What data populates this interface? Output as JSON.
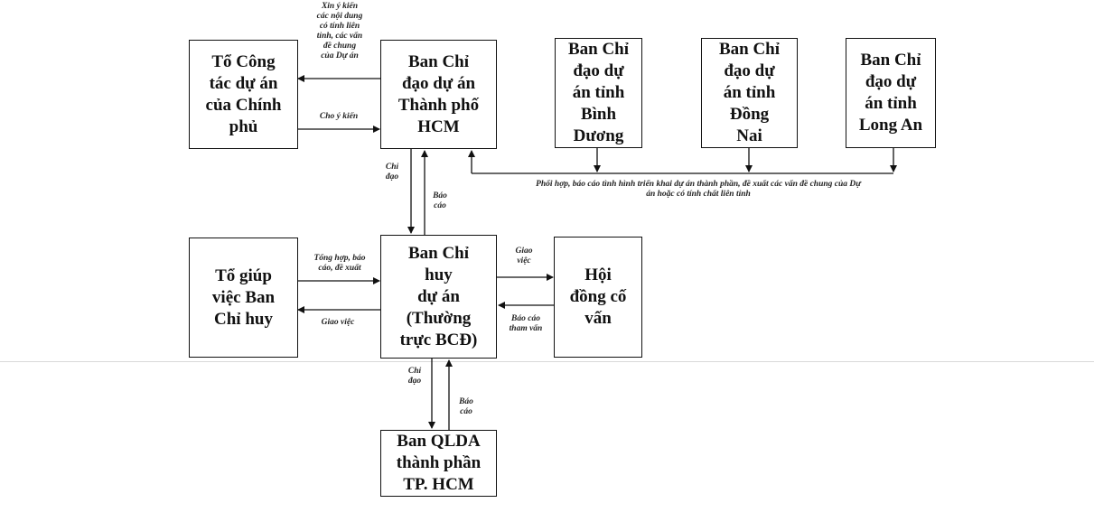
{
  "boxes": {
    "to_cong_tac": "Tổ Công\ntác dự án\ncủa Chính\nphủ",
    "bcd_hcm": "Ban Chỉ\nđạo dự án\nThành phố\nHCM",
    "bcd_binh_duong": "Ban Chỉ\nđạo dự\nán tỉnh\nBình\nDương",
    "bcd_dong_nai": "Ban Chỉ\nđạo dự\nán tỉnh\nĐồng\nNai",
    "bcd_long_an": "Ban Chỉ\nđạo dự\nán tỉnh\nLong An",
    "to_giup_viec": "Tổ giúp\nviệc Ban\nChỉ huy",
    "ban_chi_huy": "Ban Chỉ\nhuy\ndự án\n(Thường\ntrực BCĐ)",
    "hoi_dong": "Hội\nđồng cố\nvấn",
    "ban_qlda": "Ban QLDA\nthành phần\nTP. HCM"
  },
  "labels": {
    "xin_y_kien": "Xin ý kiến\ncác nội dung\ncó tính liên\ntỉnh, các vấn\nđề chung\ncủa Dự án",
    "cho_y_kien": "Cho ý kiến",
    "chi_dao_1": "Chỉ\nđạo",
    "bao_cao_1": "Báo\ncáo",
    "phoi_hop": "Phối hợp, báo cáo tình hình triển khai dự án thành phần, đề xuất các vấn đề chung của Dự\nán hoặc có tính chất liên tỉnh",
    "tong_hop": "Tổng hợp, báo\ncáo, đề xuất",
    "giao_viec_left": "Giao việc",
    "giao_viec_right": "Giao\nviệc",
    "bao_cao_tham_van": "Báo cáo\ntham vấn",
    "chi_dao_2": "Chỉ\nđạo",
    "bao_cao_2": "Báo\ncáo"
  }
}
